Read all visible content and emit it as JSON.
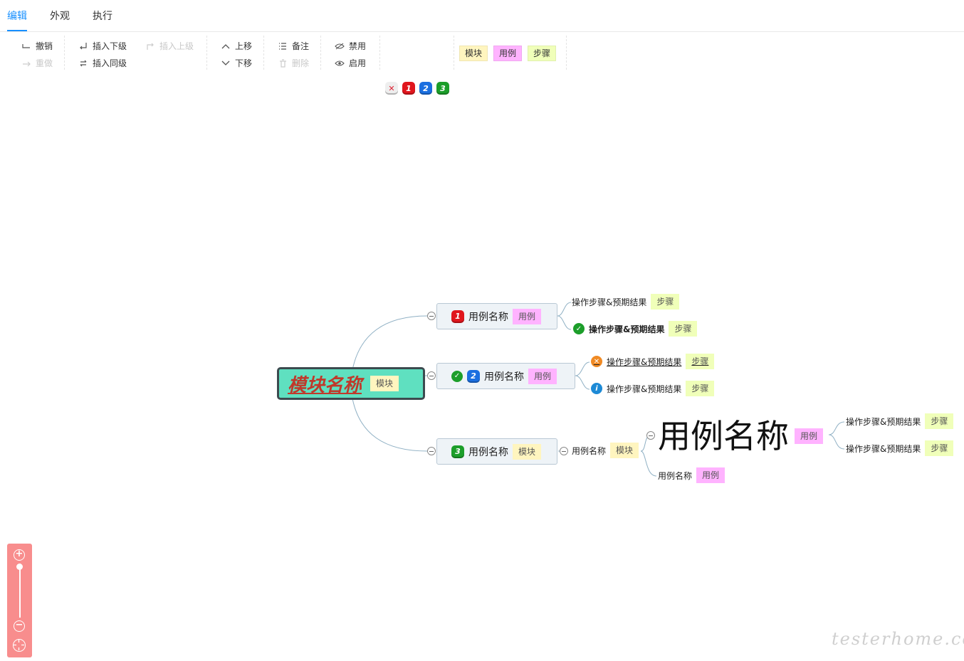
{
  "tabs": [
    {
      "label": "编辑"
    },
    {
      "label": "外观"
    },
    {
      "label": "执行"
    }
  ],
  "toolbar": {
    "undo": "撤销",
    "redo": "重做",
    "insert_child": "插入下级",
    "insert_parent": "插入上级",
    "insert_sibling": "插入同级",
    "move_up": "上移",
    "move_down": "下移",
    "note": "备注",
    "delete": "删除",
    "disable": "禁用",
    "enable": "启用",
    "priorities": [
      "1",
      "2",
      "3"
    ],
    "tags": {
      "module": "模块",
      "usecase": "用例",
      "step": "步骤"
    }
  },
  "mindmap": {
    "root": {
      "title": "模块名称",
      "tag": "模块"
    },
    "case1": {
      "priority": "1",
      "title": "用例名称",
      "tag": "用例",
      "children": [
        {
          "text": "操作步骤&预期结果",
          "tag": "步骤"
        },
        {
          "text": "操作步骤&预期结果",
          "tag": "步骤"
        }
      ]
    },
    "case2": {
      "priority": "2",
      "title": "用例名称",
      "tag": "用例",
      "children": [
        {
          "text": "操作步骤&预期结果",
          "tag": "步骤"
        },
        {
          "text": "操作步骤&预期结果",
          "tag": "步骤"
        }
      ]
    },
    "case3": {
      "priority": "3",
      "title": "用例名称",
      "tag": "模块",
      "sub": {
        "title": "用例名称",
        "tag": "模块"
      },
      "big": {
        "title": "用例名称",
        "tag": "用例"
      },
      "big_children": [
        {
          "text": "操作步骤&预期结果",
          "tag": "步骤"
        },
        {
          "text": "操作步骤&预期结果",
          "tag": "步骤"
        }
      ],
      "small": {
        "title": "用例名称",
        "tag": "用例"
      }
    }
  },
  "colors": {
    "accent": "#1890ff",
    "priority1": "#e0161d",
    "priority2": "#1b6fe0",
    "priority3": "#1c9e2a",
    "root_bg": "#5fe0c0",
    "root_text": "#c0392b",
    "zoom_bg": "#f88d8d"
  },
  "watermark": "testerhome.com"
}
